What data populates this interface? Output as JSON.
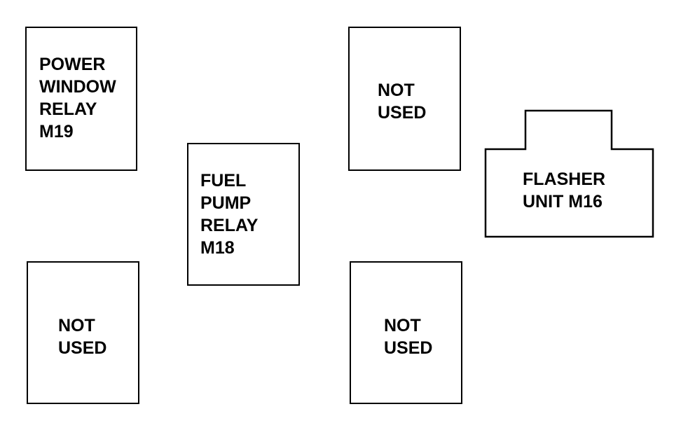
{
  "relays": {
    "power_window": {
      "lines": [
        "POWER",
        "WINDOW",
        "RELAY",
        "M19"
      ]
    },
    "fuel_pump": {
      "lines": [
        "FUEL",
        "PUMP",
        "RELAY",
        "M18"
      ]
    },
    "flasher": {
      "lines": [
        "FLASHER",
        "UNIT M16"
      ]
    }
  },
  "unused_slots": {
    "top_middle": {
      "lines": [
        "NOT",
        "USED"
      ]
    },
    "bottom_left": {
      "lines": [
        "NOT",
        "USED"
      ]
    },
    "bottom_middle": {
      "lines": [
        "NOT",
        "USED"
      ]
    }
  }
}
